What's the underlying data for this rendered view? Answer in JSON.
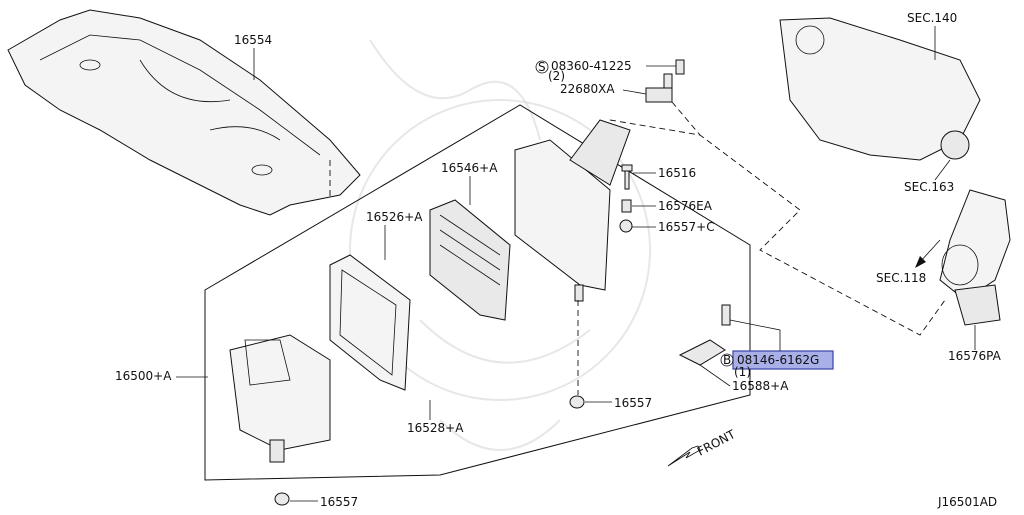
{
  "labels": {
    "cover": "16554",
    "screw_bolt": "08360-41225",
    "screw_bolt_qty": "(2)",
    "sensor": "22680XA",
    "upper_case": "16526+A",
    "element": "16546+A",
    "bolt_top": "16516",
    "collar": "16576EA",
    "grommet_top": "16557+C",
    "air_cleaner_assy": "16500+A",
    "lower_box": "16528+A",
    "grommet_mid": "16557",
    "grommet_bottom": "16557",
    "bracket": "16588+A",
    "bolt_highlight": "08146-6162G",
    "bolt_highlight_qty": "(1)",
    "sec140": "SEC.140",
    "sec163": "SEC.163",
    "sec118": "SEC.118",
    "duct": "16576PA",
    "front": "FRONT",
    "diagram_code": "J16501AD",
    "bolt_prefix": "S",
    "bolt_prefix_b": "B"
  },
  "colors": {
    "highlight_fill": "#a9b0e8",
    "highlight_stroke": "#3b43a8",
    "line": "#111111"
  }
}
